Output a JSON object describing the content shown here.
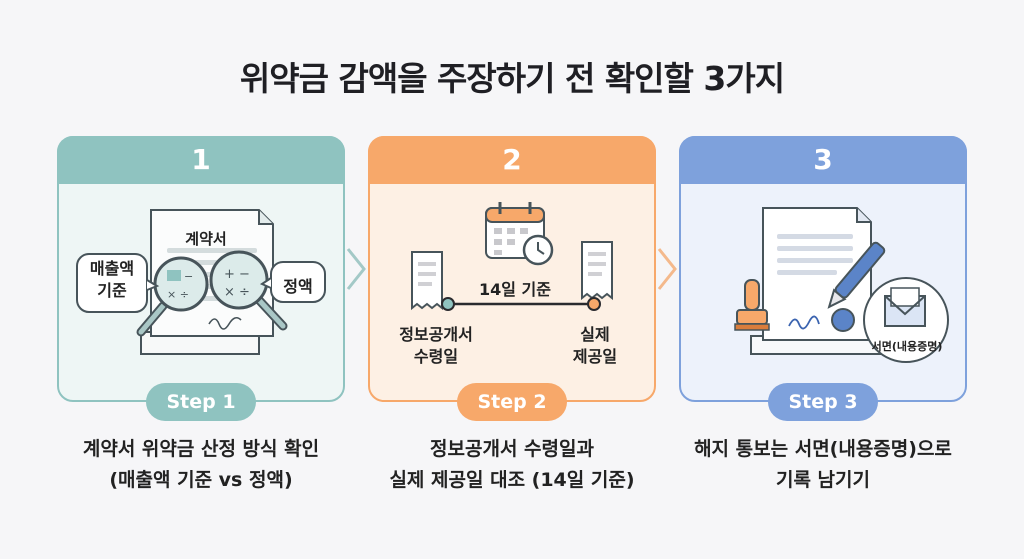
{
  "title": "위약금 감액을 주장하기 전 확인할 3가지",
  "colors": {
    "step1": "#8fc3c0",
    "step1_bg": "#eef6f5",
    "step2": "#f7a86a",
    "step2_bg": "#fdf0e4",
    "step3": "#7ea1dc",
    "step3_bg": "#edf2fb"
  },
  "steps": [
    {
      "number": "1",
      "pill": "Step 1",
      "caption_line1": "계약서 위약금 산정 방식 확인",
      "caption_line2": "(매출액 기준 vs 정액)",
      "doc_title": "계약서",
      "bubble_left_line1": "매출액",
      "bubble_left_line2": "기준",
      "bubble_right": "정액"
    },
    {
      "number": "2",
      "pill": "Step 2",
      "caption_line1": "정보공개서 수령일과",
      "caption_line2": "실제 제공일 대조 (14일 기준)",
      "timeline_label": "14일 기준",
      "start_line1": "정보공개서",
      "start_line2": "수령일",
      "end_line1": "실제",
      "end_line2": "제공일"
    },
    {
      "number": "3",
      "pill": "Step 3",
      "caption_line1": "해지 통보는 서면(내용증명)으로",
      "caption_line2": "기록 남기기",
      "envelope_label": "서면(내용증명)"
    }
  ]
}
